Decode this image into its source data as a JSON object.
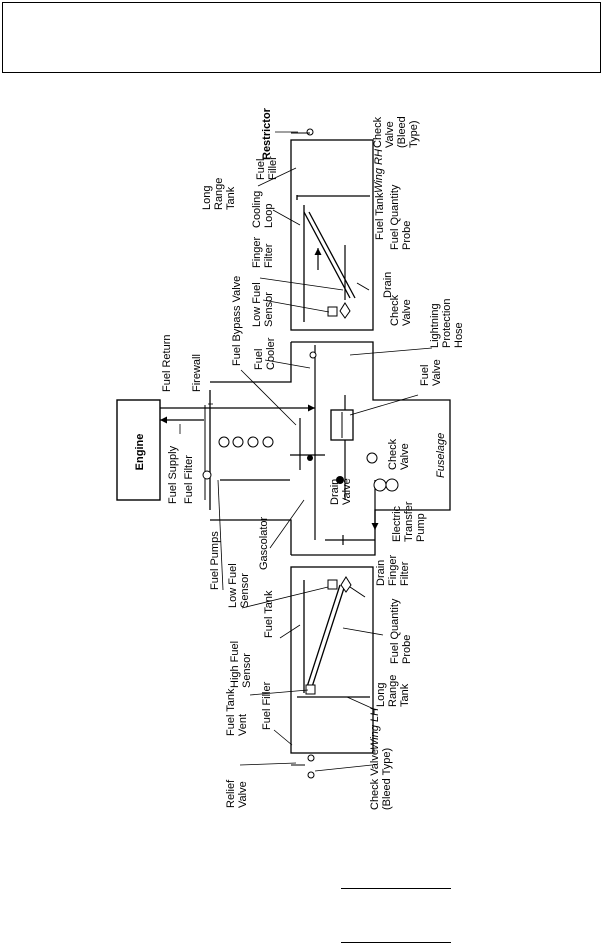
{
  "diagram": {
    "engine": "Engine",
    "fuselage": "Fuselage",
    "wing_rh": "Wing RH",
    "wing_lh": "Wing LH",
    "labels": {
      "restrictor": "Restrictor",
      "check_valve_bleed_rh": [
        "Check",
        "Valve",
        "(Bleed",
        "Type)"
      ],
      "fuel_filler_rh": [
        "Fuel",
        "Filler"
      ],
      "long_range_tank_rh": [
        "Long",
        "Range",
        "Tank"
      ],
      "cooling_loop": [
        "Cooling",
        "Loop"
      ],
      "fuel_tank_rh": "Fuel Tank",
      "fuel_quantity_probe_rh": [
        "Fuel Quantity",
        "Probe"
      ],
      "finger_filter_rh": [
        "Finger",
        "Filter"
      ],
      "drain_rh": "Drain",
      "fuel_bypass_valve": "Fuel Bypass Valve",
      "low_fuel_sensor_rh": [
        "Low Fuel",
        "Sensor"
      ],
      "check_valve_rh": [
        "Check",
        "Valve"
      ],
      "lightning_protection_hose": [
        "Lightning",
        "Protection",
        "Hose"
      ],
      "fuel_return": "Fuel Return",
      "firewall": "Firewall",
      "fuel_cooler": [
        "Fuel",
        "Cooler"
      ],
      "fuel_valve": [
        "Fuel",
        "Valve"
      ],
      "check_valve_center": [
        "Check",
        "Valve"
      ],
      "fuel_supply": "Fuel Supply",
      "fuel_filter": "Fuel Filter",
      "drain_valve": [
        "Drain",
        "Valve"
      ],
      "fuel_pumps": "Fuel Pumps",
      "gascolator": "Gascolator",
      "electric_transfer_pump": [
        "Electric",
        "Transfer",
        "Pump"
      ],
      "low_fuel_sensor_lh": [
        "Low Fuel",
        "Sensor"
      ],
      "drain_finger_filter_lh": [
        "Drain",
        "Finger",
        "Filter"
      ],
      "fuel_tank_lh": "Fuel Tank",
      "high_fuel_sensor": [
        "High Fuel",
        "Sensor"
      ],
      "fuel_quantity_probe_lh": [
        "Fuel Quantity",
        "Probe"
      ],
      "fuel_tank_vent": [
        "Fuel Tank",
        "Vent"
      ],
      "fuel_filler_lh": "Fuel Filler",
      "long_range_tank_lh": [
        "Long",
        "Range",
        "Tank"
      ],
      "relief_valve": [
        "Relief",
        "Valve"
      ],
      "check_valve_bleed_lh": [
        "Check Valve",
        "(Bleed Type)"
      ]
    }
  }
}
